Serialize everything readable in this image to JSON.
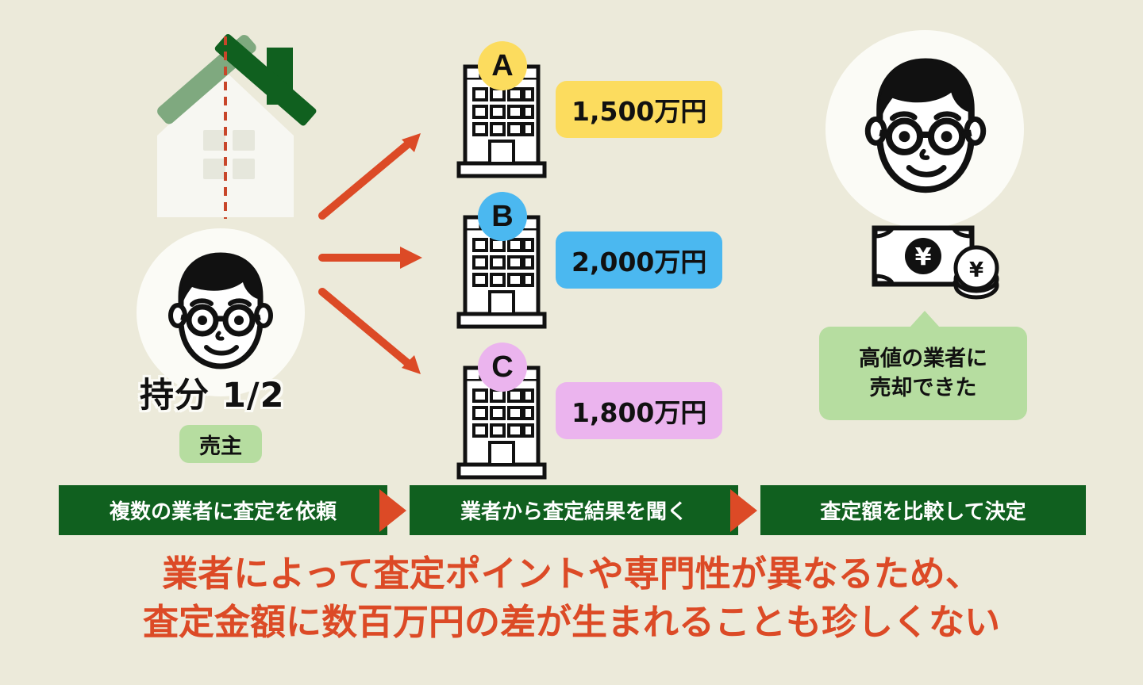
{
  "theme": {
    "background": "#ECEADA",
    "dark_green": "#10601F",
    "light_green": "#B6DDA0",
    "roof_light": "#7FA97F",
    "accent_red": "#DC4A26",
    "dashed_red": "#C8462A",
    "white": "#FBFBF6"
  },
  "house": {
    "icon": "house-split-icon",
    "divider": "red-dashed-divider"
  },
  "seller": {
    "avatar_icon": "person-glasses-avatar-icon",
    "share_label": "持分 1/2",
    "role_badge": "売主"
  },
  "arrows": [
    {
      "name": "arrow-to-company-a",
      "direction": "up-right"
    },
    {
      "name": "arrow-to-company-b",
      "direction": "right"
    },
    {
      "name": "arrow-to-company-c",
      "direction": "down-right"
    }
  ],
  "companies": [
    {
      "id": "A",
      "badge_label": "A",
      "badge_color": "#FCDC5E",
      "price": "1,500万円",
      "tag_color": "#FCDC5E",
      "building_icon": "office-building-icon"
    },
    {
      "id": "B",
      "badge_label": "B",
      "badge_color": "#4BB8F0",
      "price": "2,000万円",
      "tag_color": "#4BB8F0",
      "building_icon": "office-building-icon"
    },
    {
      "id": "C",
      "badge_label": "C",
      "badge_color": "#EBB4EE",
      "price": "1,800万円",
      "tag_color": "#EBB4EE",
      "building_icon": "office-building-icon"
    }
  ],
  "result": {
    "avatar_icon": "person-glasses-avatar-icon",
    "money_icon": "yen-bill-and-coins-icon",
    "bubble_line1": "高値の業者に",
    "bubble_line2": "売却できた"
  },
  "steps": [
    {
      "label": "複数の業者に査定を依頼"
    },
    {
      "label": "業者から査定結果を聞く"
    },
    {
      "label": "査定額を比較して決定"
    }
  ],
  "caption": {
    "line1": "業者によって査定ポイントや専門性が異なるため、",
    "line2": "査定金額に数百万円の差が生まれることも珍しくない"
  }
}
